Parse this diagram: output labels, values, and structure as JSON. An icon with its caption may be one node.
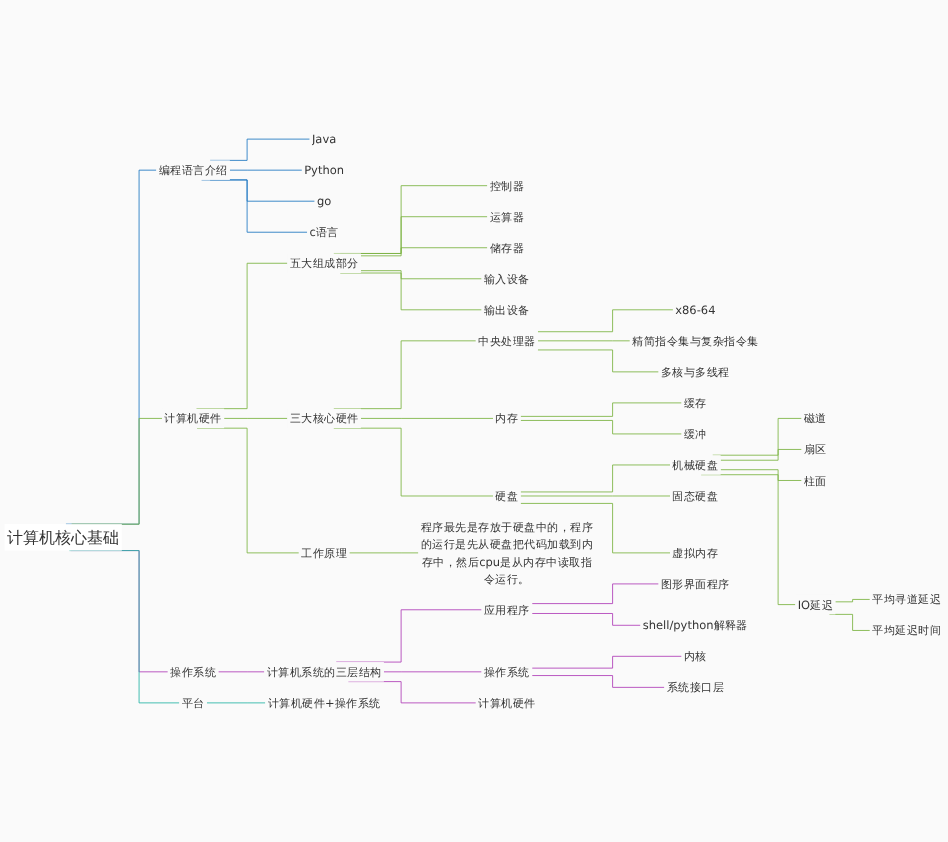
{
  "diagram": {
    "nodes": [
      {
        "text": [
          "计算机核心基础"
        ]
      },
      {
        "text": [
          "编程语言介绍"
        ]
      },
      {
        "text": [
          "Java"
        ]
      },
      {
        "text": [
          "Python"
        ]
      },
      {
        "text": [
          "go"
        ]
      },
      {
        "text": [
          "c语言"
        ]
      },
      {
        "text": [
          "计算机硬件"
        ]
      },
      {
        "text": [
          "五大组成部分"
        ]
      },
      {
        "text": [
          "控制器"
        ]
      },
      {
        "text": [
          "运算器"
        ]
      },
      {
        "text": [
          "储存器"
        ]
      },
      {
        "text": [
          "输入设备"
        ]
      },
      {
        "text": [
          "输出设备"
        ]
      },
      {
        "text": [
          "三大核心硬件"
        ]
      },
      {
        "text": [
          "中央处理器"
        ]
      },
      {
        "text": [
          "x86-64"
        ]
      },
      {
        "text": [
          "精简指令集与复杂指令集"
        ]
      },
      {
        "text": [
          "多核与多线程"
        ]
      },
      {
        "text": [
          "内存"
        ]
      },
      {
        "text": [
          "缓存"
        ]
      },
      {
        "text": [
          "缓冲"
        ]
      },
      {
        "text": [
          "硬盘"
        ]
      },
      {
        "text": [
          "机械硬盘"
        ]
      },
      {
        "text": [
          "磁道"
        ]
      },
      {
        "text": [
          "扇区"
        ]
      },
      {
        "text": [
          "柱面"
        ]
      },
      {
        "text": [
          "IO延迟"
        ]
      },
      {
        "text": [
          "平均寻道延迟"
        ]
      },
      {
        "text": [
          "平均延迟时间"
        ]
      },
      {
        "text": [
          "固态硬盘"
        ]
      },
      {
        "text": [
          "虚拟内存"
        ]
      },
      {
        "text": [
          "工作原理"
        ]
      },
      {
        "text": [
          "程序最先是存放于硬盘中的，程序的运行是先从硬盘把代码加载到内存中，然后cpu是从内存中读取指令运行。"
        ]
      },
      {
        "text": [
          "操作系统"
        ]
      },
      {
        "text": [
          "计算机系统的三层结构"
        ]
      },
      {
        "text": [
          "应用程序"
        ]
      },
      {
        "text": [
          "图形界面程序"
        ]
      },
      {
        "text": [
          "shell/python解释器"
        ]
      },
      {
        "text": [
          "操作系统"
        ]
      },
      {
        "text": [
          "内核"
        ]
      },
      {
        "text": [
          "系统接口层"
        ]
      },
      {
        "text": [
          "计算机硬件"
        ]
      },
      {
        "text": [
          "平台"
        ]
      },
      {
        "text": [
          "计算机硬件+操作系统"
        ]
      }
    ],
    "edges": [
      {
        "from": 0,
        "to": 1,
        "arrow": "none",
        "color": "#1f78c1"
      },
      {
        "from": 1,
        "to": 2,
        "arrow": "none",
        "color": "#1f78c1"
      },
      {
        "from": 1,
        "to": 3,
        "arrow": "none",
        "color": "#1f78c1"
      },
      {
        "from": 1,
        "to": 4,
        "arrow": "none",
        "color": "#1f78c1"
      },
      {
        "from": 1,
        "to": 5,
        "arrow": "none",
        "color": "#1f78c1"
      },
      {
        "from": 0,
        "to": 6,
        "arrow": "none"
      },
      {
        "from": 6,
        "to": 7,
        "arrow": "none"
      },
      {
        "from": 7,
        "to": 8,
        "arrow": "none"
      },
      {
        "from": 7,
        "to": 9,
        "arrow": "none"
      },
      {
        "from": 7,
        "to": 10,
        "arrow": "none"
      },
      {
        "from": 7,
        "to": 11,
        "arrow": "none"
      },
      {
        "from": 7,
        "to": 12,
        "arrow": "none"
      },
      {
        "from": 6,
        "to": 13,
        "arrow": "none"
      },
      {
        "from": 13,
        "to": 14,
        "arrow": "none"
      },
      {
        "from": 14,
        "to": 15,
        "arrow": "none"
      },
      {
        "from": 14,
        "to": 16,
        "arrow": "none"
      },
      {
        "from": 14,
        "to": 17,
        "arrow": "none"
      },
      {
        "from": 13,
        "to": 18,
        "arrow": "none"
      },
      {
        "from": 18,
        "to": 19,
        "arrow": "none"
      },
      {
        "from": 18,
        "to": 20,
        "arrow": "none"
      },
      {
        "from": 13,
        "to": 21,
        "arrow": "none"
      },
      {
        "from": 21,
        "to": 22,
        "arrow": "none"
      },
      {
        "from": 22,
        "to": 23,
        "arrow": "none"
      },
      {
        "from": 22,
        "to": 24,
        "arrow": "none"
      },
      {
        "from": 22,
        "to": 25,
        "arrow": "none"
      },
      {
        "from": 22,
        "to": 26,
        "arrow": "none"
      },
      {
        "from": 26,
        "to": 27,
        "arrow": "none"
      },
      {
        "from": 26,
        "to": 28,
        "arrow": "none"
      },
      {
        "from": 21,
        "to": 29,
        "arrow": "none"
      },
      {
        "from": 21,
        "to": 30,
        "arrow": "none"
      },
      {
        "from": 6,
        "to": 31,
        "arrow": "none"
      },
      {
        "from": 31,
        "to": 32,
        "arrow": "none"
      },
      {
        "from": 0,
        "to": 33,
        "arrow": "none",
        "color": "#b03fb8"
      },
      {
        "from": 33,
        "to": 34,
        "arrow": "none",
        "color": "#b03fb8"
      },
      {
        "from": 34,
        "to": 35,
        "arrow": "none",
        "color": "#b03fb8"
      },
      {
        "from": 35,
        "to": 36,
        "arrow": "none",
        "color": "#b03fb8"
      },
      {
        "from": 35,
        "to": 37,
        "arrow": "none",
        "color": "#b03fb8"
      },
      {
        "from": 34,
        "to": 38,
        "arrow": "none",
        "color": "#b03fb8"
      },
      {
        "from": 38,
        "to": 39,
        "arrow": "none",
        "color": "#b03fb8"
      },
      {
        "from": 38,
        "to": 40,
        "arrow": "none",
        "color": "#b03fb8"
      },
      {
        "from": 34,
        "to": 41,
        "arrow": "none",
        "color": "#b03fb8"
      },
      {
        "from": 0,
        "to": 42,
        "arrow": "none",
        "color": "#26b5a5"
      },
      {
        "from": 42,
        "to": 43,
        "arrow": "none",
        "color": "#26b5a5"
      }
    ]
  }
}
